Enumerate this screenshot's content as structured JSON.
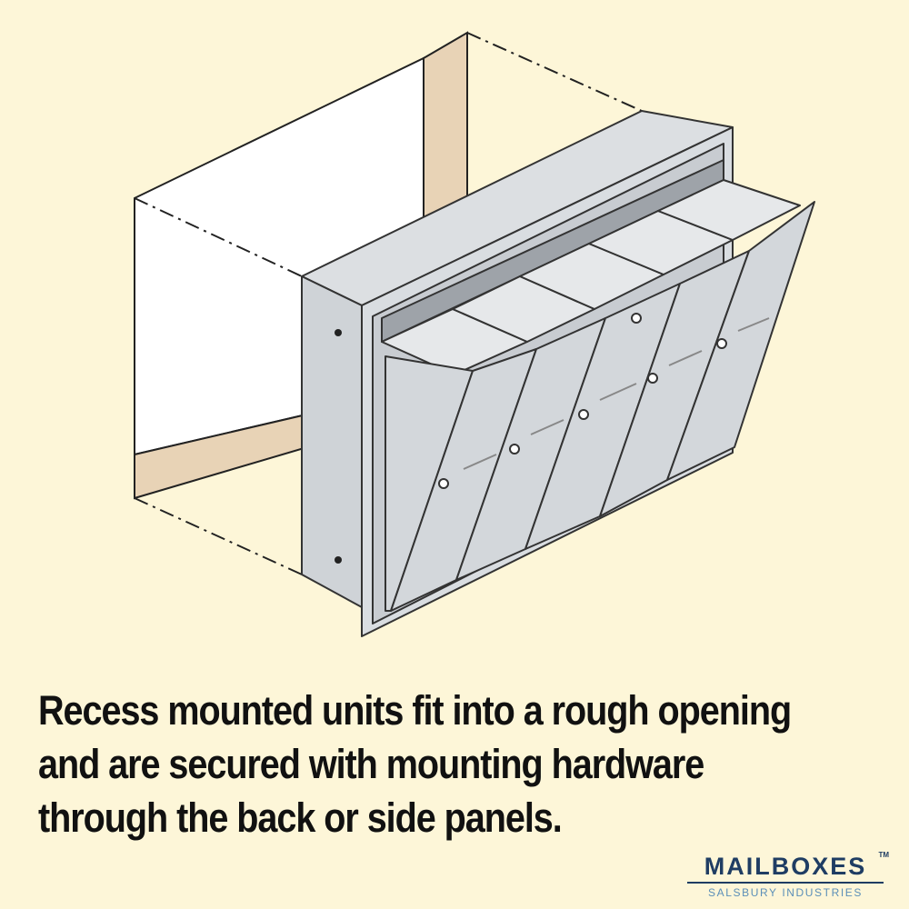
{
  "caption": {
    "line1": "Recess mounted units fit into a rough opening",
    "line2": "and are secured with mounting hardware",
    "line3": "through the back or side panels."
  },
  "brand": {
    "name": "MAILBOXES",
    "trademark": "TM",
    "tagline": "SALSBURY INDUSTRIES"
  },
  "colors": {
    "background": "#fdf6d8",
    "brand": "#1f3d63",
    "brand_light": "#5b8fb8",
    "wall_edge": "#e8d3b6"
  },
  "illustration": {
    "mailbox_doors": 5
  }
}
